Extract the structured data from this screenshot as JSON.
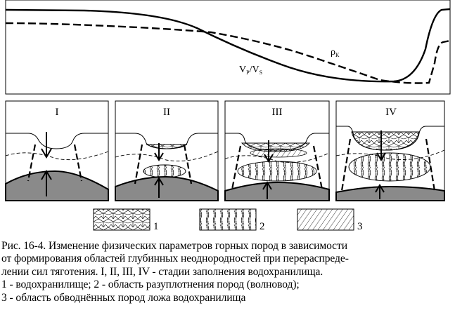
{
  "top_chart": {
    "curve_labels": {
      "rho_main": "ρ",
      "rho_sub": "К",
      "v_p": "V",
      "v_p_sub": "P",
      "v_s": "/V",
      "v_s_sub": "S"
    }
  },
  "stages": [
    {
      "label": "I"
    },
    {
      "label": "II"
    },
    {
      "label": "III"
    },
    {
      "label": "IV"
    }
  ],
  "legend": [
    {
      "number": "1",
      "pattern": "cellular-hatch"
    },
    {
      "number": "2",
      "pattern": "vertical-lens-hatch"
    },
    {
      "number": "3",
      "pattern": "diagonal-hatch"
    }
  ],
  "caption": {
    "line1": "Рис. 16-4. Изменение физических параметров горных пород в зависимости",
    "line2": "от формирования областей глубинных неоднородностей при перераспреде-",
    "line3": "лении сил тяготения. I, II, III, IV - стадии заполнения водохранилища.",
    "line4": "1 - водохранилище; 2 - область разуплотнения пород (волновод);",
    "line5": "3 - область обводнённых пород ложа водохранилища"
  },
  "colors": {
    "line": "#000000",
    "dome_fill": "#8a8a8a",
    "background": "#ffffff"
  }
}
